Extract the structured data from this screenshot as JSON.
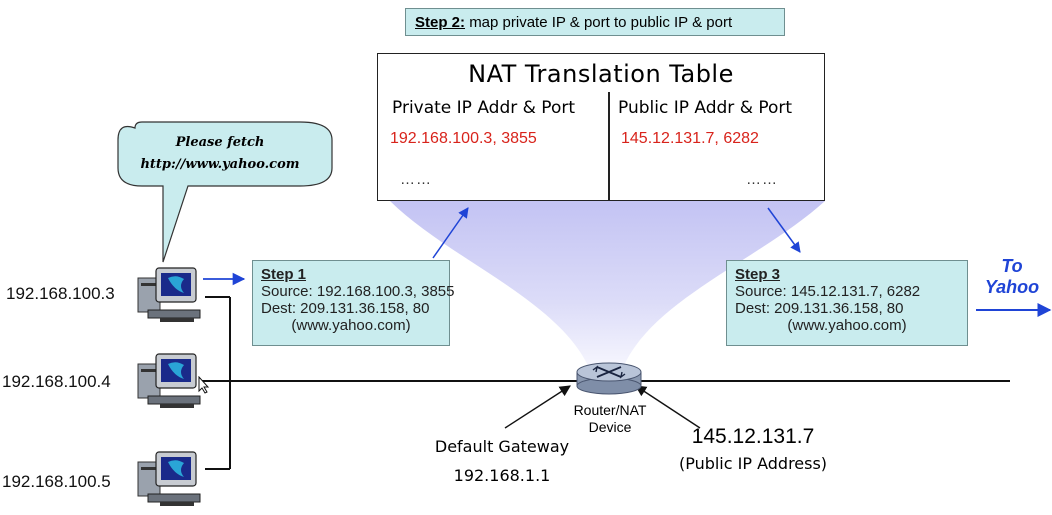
{
  "step2": {
    "label": "Step 2:",
    "text": "map private IP & port to public IP & port"
  },
  "nat_table": {
    "title": "NAT Translation Table",
    "col_private": "Private IP Addr & Port",
    "col_public": "Public IP Addr & Port",
    "private_value": "192.168.100.3, 3855",
    "public_value": "145.12.131.7, 6282",
    "private_more": "……",
    "public_more": "……"
  },
  "bubble": {
    "line1": "Please fetch",
    "line2": "http://www.yahoo.com"
  },
  "step1": {
    "label": "Step 1",
    "source": "Source: 192.168.100.3, 3855",
    "dest": "Dest: 209.131.36.158, 80",
    "host": "(www.yahoo.com)"
  },
  "step3": {
    "label": "Step 3",
    "source": "Source: 145.12.131.7, 6282",
    "dest": "Dest: 209.131.36.158, 80",
    "host": "(www.yahoo.com)"
  },
  "hosts": [
    "192.168.100.3",
    "192.168.100.4",
    "192.168.100.5"
  ],
  "router": {
    "line1": "Router/NAT",
    "line2": "Device"
  },
  "gateway": {
    "line1": "Default Gateway",
    "line2": "192.168.1.1"
  },
  "public_ip": {
    "ip": "145.12.131.7",
    "caption": "(Public IP Address)"
  },
  "to_yahoo": {
    "line1": "To",
    "line2": "Yahoo"
  },
  "colors": {
    "box_fill": "#c9ecee",
    "arrow_blue": "#1f44d6",
    "table_red": "#d8231b",
    "beam": "#c7c7f2"
  },
  "icons": [
    "computer-icon",
    "router-icon",
    "speech-bubble"
  ]
}
